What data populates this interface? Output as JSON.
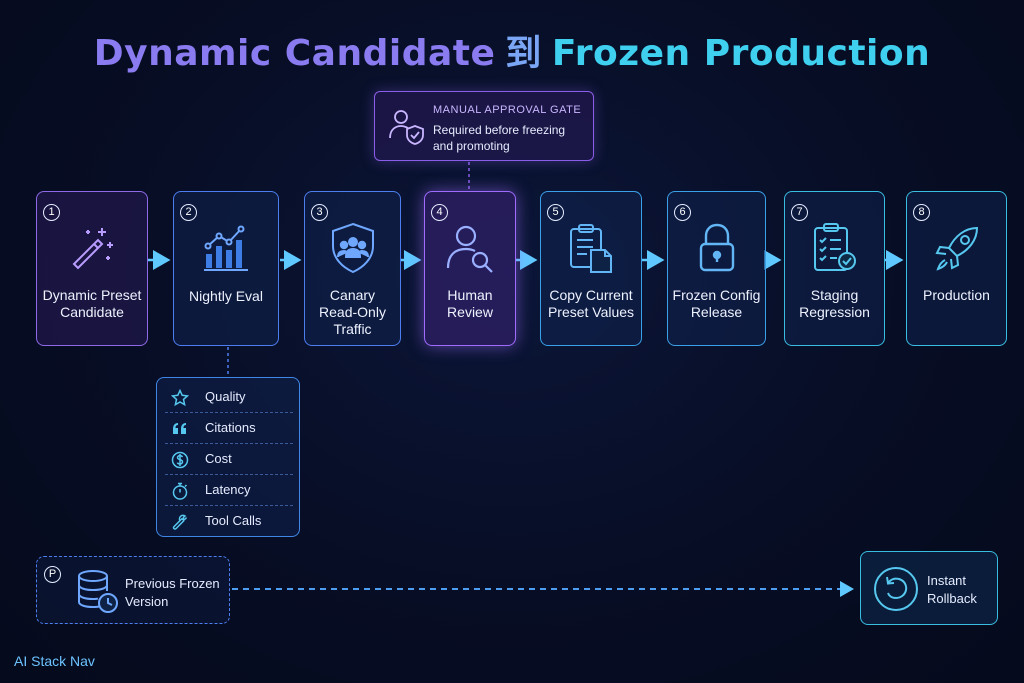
{
  "title": {
    "part1": "Dynamic Candidate",
    "separator": "到",
    "part2": "Frozen Production"
  },
  "gate": {
    "title": "MANUAL APPROVAL GATE",
    "description": "Required before freezing and promoting",
    "icon": "user-shield-icon"
  },
  "steps": [
    {
      "num": "1",
      "label": "Dynamic Preset Candidate",
      "icon": "magic-wand-icon"
    },
    {
      "num": "2",
      "label": "Nightly Eval",
      "icon": "chart-icon"
    },
    {
      "num": "3",
      "label": "Canary Read-Only Traffic",
      "icon": "shield-users-icon"
    },
    {
      "num": "4",
      "label": "Human Review",
      "icon": "user-search-icon"
    },
    {
      "num": "5",
      "label": "Copy Current Preset Values",
      "icon": "clipboard-copy-icon"
    },
    {
      "num": "6",
      "label": "Frozen Config Release",
      "icon": "lock-icon"
    },
    {
      "num": "7",
      "label": "Staging Regression",
      "icon": "checklist-icon"
    },
    {
      "num": "8",
      "label": "Production",
      "icon": "rocket-icon"
    }
  ],
  "metrics": [
    {
      "label": "Quality",
      "icon": "star-icon"
    },
    {
      "label": "Citations",
      "icon": "quote-icon"
    },
    {
      "label": "Cost",
      "icon": "dollar-icon"
    },
    {
      "label": "Latency",
      "icon": "stopwatch-icon"
    },
    {
      "label": "Tool Calls",
      "icon": "wrench-icon"
    }
  ],
  "previous": {
    "badge": "P",
    "label": "Previous Frozen Version",
    "icon": "database-clock-icon"
  },
  "rollback": {
    "label": "Instant Rollback",
    "icon": "undo-icon"
  },
  "brand": "AI Stack Nav",
  "colors": {
    "purple": "#8a7cf0",
    "cyan": "#3fd0f0",
    "blue": "#3f86e6",
    "border_purple": "#a06cff"
  }
}
